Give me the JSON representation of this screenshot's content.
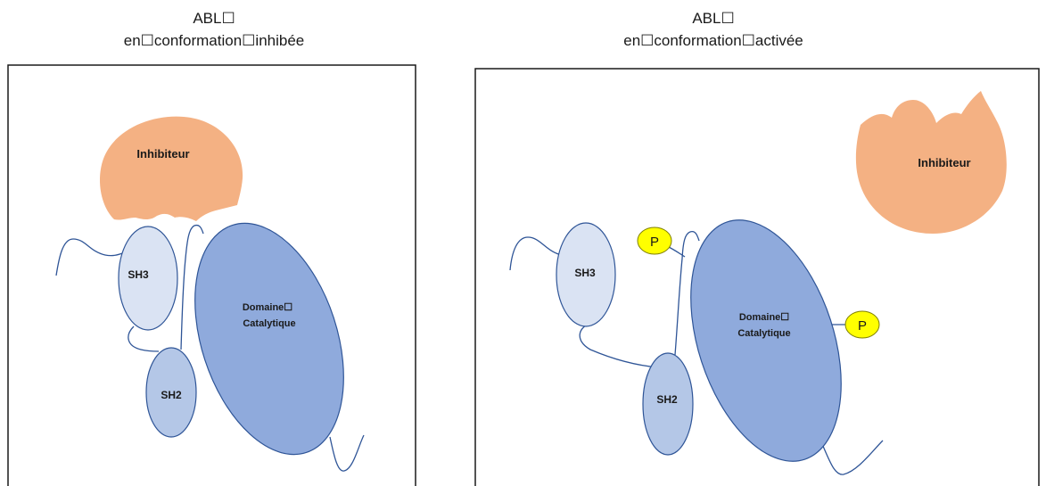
{
  "left_panel": {
    "title_line1": "ABL☐",
    "title_line2": "en☐conformation☐inhibée",
    "inhibitor_label": "Inhibiteur",
    "sh3_label": "SH3",
    "sh2_label": "SH2",
    "catalytic_line1": "Domaine☐",
    "catalytic_line2": "Catalytique"
  },
  "right_panel": {
    "title_line1": "ABL☐",
    "title_line2": "en☐conformation☐activée",
    "inhibitor_label": "Inhibiteur",
    "sh3_label": "SH3",
    "sh2_label": "SH2",
    "catalytic_line1": "Domaine☐",
    "catalytic_line2": "Catalytique",
    "phospho_label_1": "P",
    "phospho_label_2": "P"
  },
  "colors": {
    "inhibitor": "#f4b183",
    "sh3": "#dae3f3",
    "sh2": "#b4c7e7",
    "catalytic": "#8faadc",
    "outline": "#2f5597",
    "phospho": "#ffff00",
    "phospho_outline": "#7f7f00",
    "frame": "#1a1a1a"
  }
}
